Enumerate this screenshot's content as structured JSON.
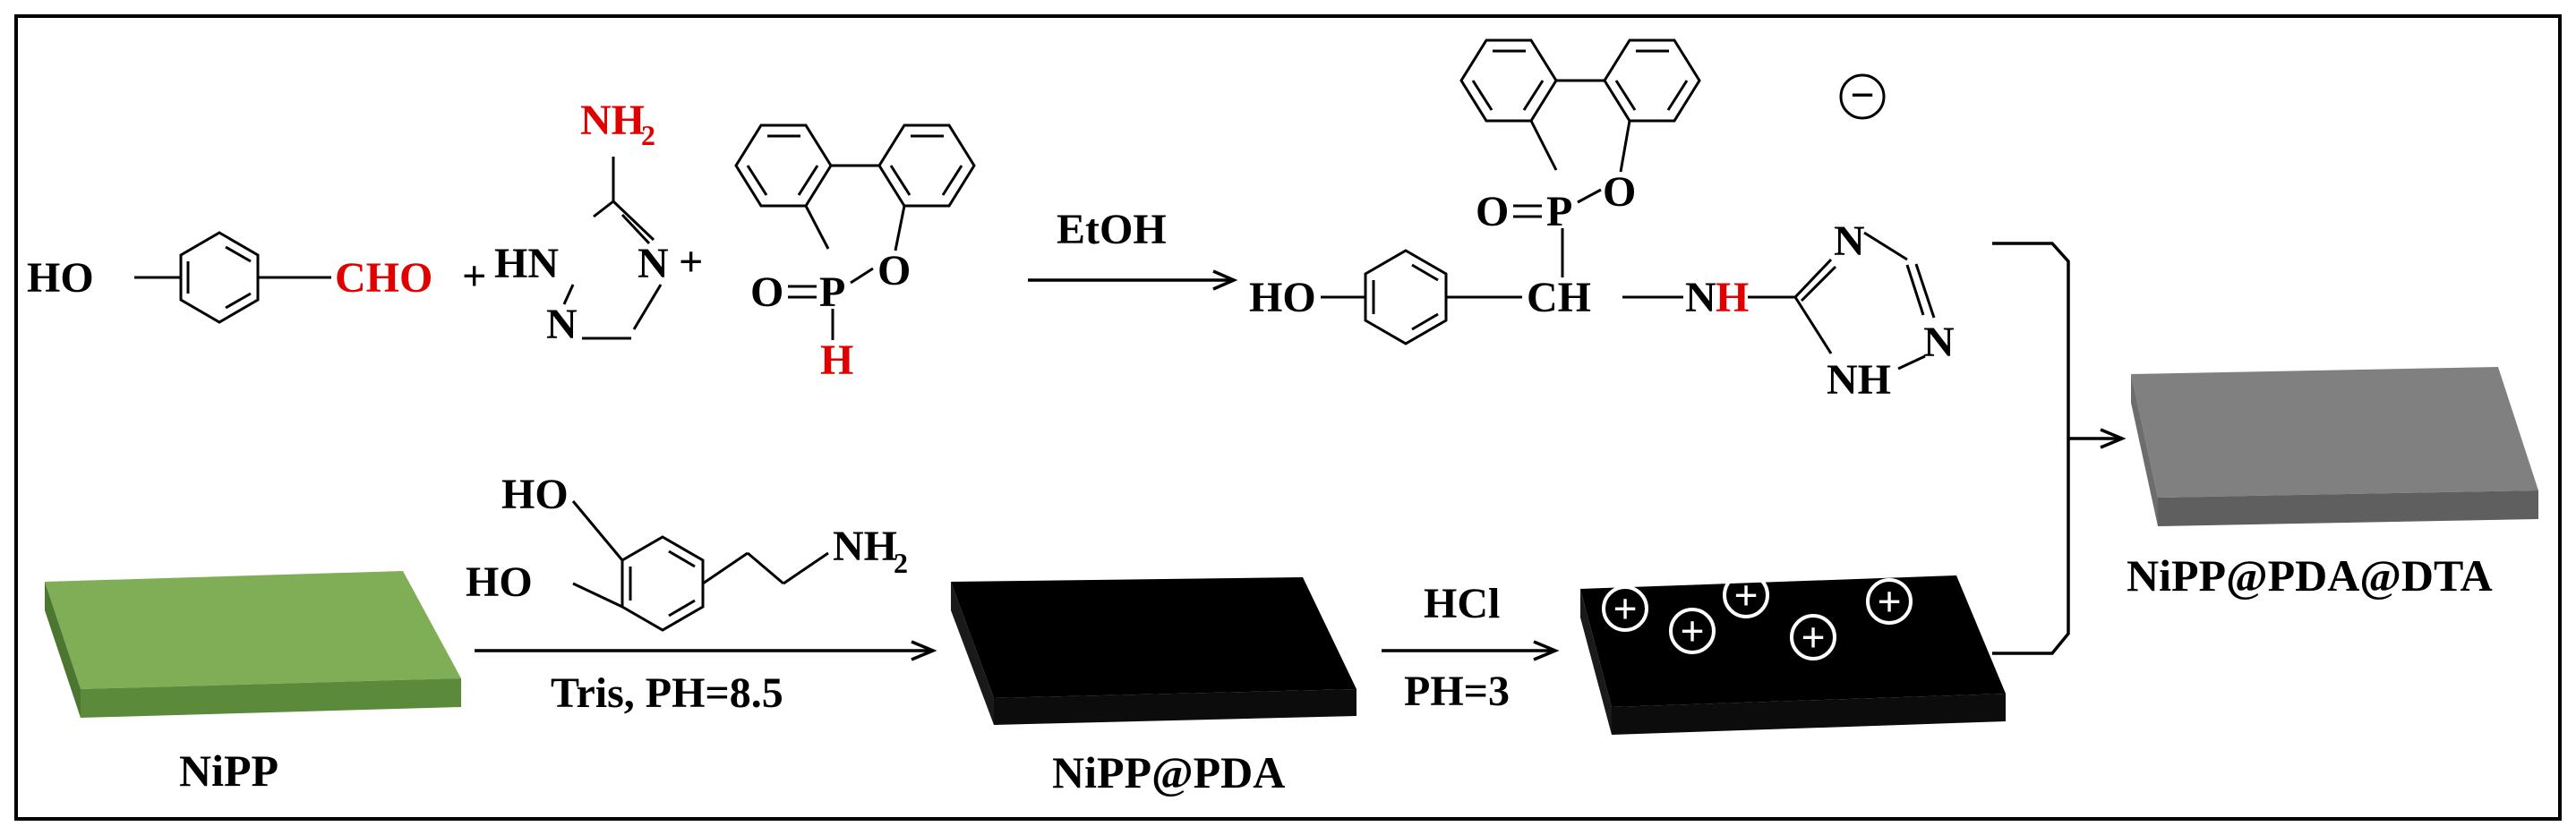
{
  "reactants": {
    "hydroxy_group": "HO",
    "aldehyde_group": "CHO",
    "plus_1": "+",
    "plus_2": "+",
    "triazole_amine": "NH",
    "triazole_amine_sub": "2",
    "triazole_hn": "HN",
    "triazole_n_right": "N",
    "triazole_n_bottom": "N",
    "dopo_o_double": "O",
    "dopo_p": "P",
    "dopo_o_ring": "O",
    "dopo_h": "H"
  },
  "reaction_1": {
    "solvent": "EtOH"
  },
  "product": {
    "charge_symbol": "−",
    "p_o_double": "O",
    "p_atom": "P",
    "p_o_ring": "O",
    "hydroxy_group": "HO",
    "methine": "CH",
    "amine_n": "N",
    "amine_h": "H",
    "triazole_n_top": "N",
    "triazole_n_right": "N",
    "triazole_nh": "NH"
  },
  "dopamine": {
    "ho_top": "HO",
    "ho_bottom": "HO",
    "amine": "NH",
    "amine_sub": "2"
  },
  "reaction_2": {
    "conditions": "Tris, PH=8.5"
  },
  "reaction_3": {
    "reagent": "HCl",
    "conditions": "PH=3"
  },
  "positive_charge_symbol": "+",
  "labels": {
    "nipp": "NiPP",
    "nipp_pda": "NiPP@PDA",
    "final": "NiPP@PDA@DTA"
  },
  "colors": {
    "nipp_top": "#7fae57",
    "nipp_front": "#5a8a3a",
    "nipp_side": "#4b7731",
    "pda": "#000000",
    "dta_top": "#808080",
    "dta_front": "#5f5f5f",
    "highlight": "#e00000"
  }
}
